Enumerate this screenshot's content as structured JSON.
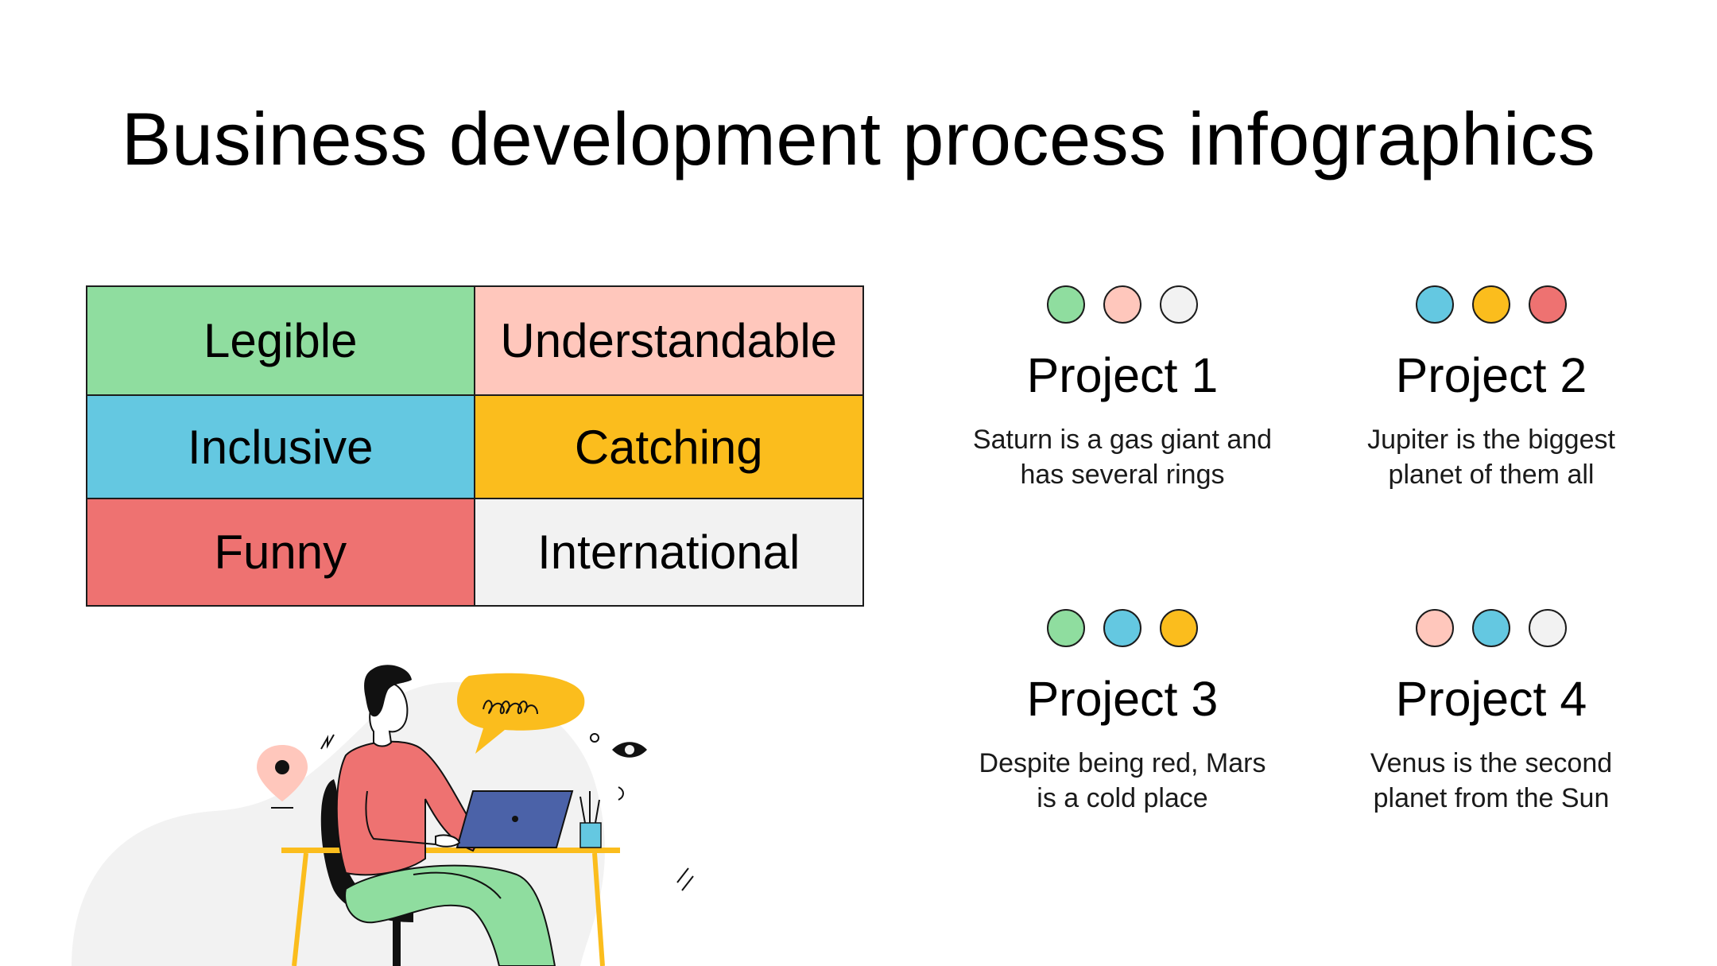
{
  "title": "Business development process infographics",
  "traits": [
    {
      "label": "Legible",
      "color": "#8fdd9f"
    },
    {
      "label": "Understandable",
      "color": "#ffc7bc"
    },
    {
      "label": "Inclusive",
      "color": "#64c8e1"
    },
    {
      "label": "Catching",
      "color": "#fbbd1d"
    },
    {
      "label": "Funny",
      "color": "#ee7271"
    },
    {
      "label": "International",
      "color": "#f2f2f2"
    }
  ],
  "projects": [
    {
      "name": "Project 1",
      "description": "Saturn is a gas giant and has several rings",
      "dots": [
        "#8fdd9f",
        "#ffc7bc",
        "#f2f2f2"
      ]
    },
    {
      "name": "Project 2",
      "description": "Jupiter is the biggest planet of them all",
      "dots": [
        "#64c8e1",
        "#fbbd1d",
        "#ee7271"
      ]
    },
    {
      "name": "Project 3",
      "description": "Despite being red, Mars is a cold place",
      "dots": [
        "#8fdd9f",
        "#64c8e1",
        "#fbbd1d"
      ]
    },
    {
      "name": "Project 4",
      "description": "Venus is the second planet from the Sun",
      "dots": [
        "#ffc7bc",
        "#64c8e1",
        "#f2f2f2"
      ]
    }
  ],
  "colors": {
    "green": "#8fdd9f",
    "pink": "#ffc7bc",
    "blue": "#64c8e1",
    "yellow": "#fbbd1d",
    "red": "#ee7271",
    "light_gray": "#f2f2f2",
    "laptop": "#4b62a8"
  },
  "illustration": {
    "name": "person-working-at-laptop-illustration",
    "icons": [
      "location-pin-icon",
      "eye-icon",
      "speech-bubble-icon"
    ]
  }
}
